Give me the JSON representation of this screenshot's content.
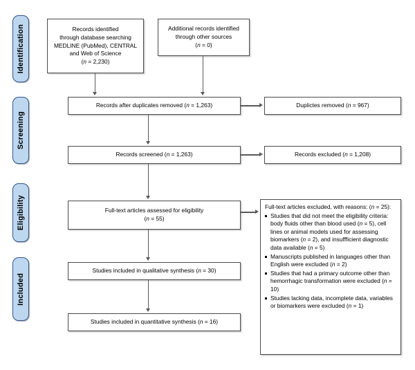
{
  "diagram": {
    "title": "PRISMA flow diagram",
    "type": "flowchart",
    "accent_color": "#bdd7ee",
    "accent_border_color": "#2f5597",
    "box_border_color": "#4a4a4a",
    "connector_color": "#595959"
  },
  "stages": [
    {
      "id": "identification",
      "label": "Identification"
    },
    {
      "id": "screening",
      "label": "Screening"
    },
    {
      "id": "eligibility",
      "label": "Eligibility"
    },
    {
      "id": "included",
      "label": "Included"
    }
  ],
  "boxes": {
    "records_identified": {
      "lines": [
        "Records identified",
        "through database searching",
        "MEDLINE (PubMed), CENTRAL",
        "and Web of Science"
      ],
      "count_prefix": "(",
      "count_italic": "n",
      "count_suffix": " = 2,230)",
      "n": 2230
    },
    "additional_records": {
      "lines": [
        "Additional records identified",
        "through other sources"
      ],
      "count_prefix": "(",
      "count_italic": "n",
      "count_suffix": " = 0)",
      "n": 0
    },
    "after_duplicates": {
      "text_before": "Records after duplicates removed (",
      "count_italic": "n",
      "text_after": " = 1,263)",
      "n": 1263
    },
    "duplicates_removed": {
      "text_before": "Duplictes removed (",
      "count_italic": "n",
      "text_after": " = 967)",
      "n": 967
    },
    "records_screened": {
      "text_before": "Records screened (",
      "count_italic": "n",
      "text_after": " = 1,263)",
      "n": 1263
    },
    "records_excluded": {
      "text_before": "Records excluded (",
      "count_italic": "n",
      "text_after": " = 1,208)",
      "n": 1208
    },
    "fulltext_assessed": {
      "line1": "Full-text articles assessed for eligibility",
      "count_prefix": "(",
      "count_italic": "n",
      "count_suffix": " = 55)",
      "n": 55
    },
    "qualitative_synthesis": {
      "text_before": "Studies included in qualitative synthesis (",
      "count_italic": "n",
      "text_after": " = 30)",
      "n": 30
    },
    "quantitative_synthesis": {
      "text_before": "Studies included in quantitative synthesis (",
      "count_italic": "n",
      "text_after": " = 16)",
      "n": 16
    },
    "fulltext_excluded": {
      "heading_before": "Full-text articles excluded, with reasons: (",
      "heading_italic": "n",
      "heading_after": " = 25):",
      "n": 25,
      "reasons": [
        {
          "segments": [
            {
              "t": "Studies that did not meet the eligibility criteria: body fluids other than blood used ("
            },
            {
              "t": "n",
              "i": true
            },
            {
              "t": " = 5), cell lines or animal models used for assessing biomarkers ("
            },
            {
              "t": "n",
              "i": true
            },
            {
              "t": " = 2), and insuffficient diagnostic data available ("
            },
            {
              "t": "n",
              "i": true
            },
            {
              "t": " = 5)"
            }
          ]
        },
        {
          "segments": [
            {
              "t": "Manuscripts published in languages other than English were excluded ("
            },
            {
              "t": "n",
              "i": true
            },
            {
              "t": " = 2)"
            }
          ]
        },
        {
          "segments": [
            {
              "t": "Studies that had a primary outcome other than hemorrhagic transformation were excluded ("
            },
            {
              "t": "n",
              "i": true
            },
            {
              "t": " = 10)"
            }
          ]
        },
        {
          "segments": [
            {
              "t": "Studies lacking data, incomplete data, variables or biomarkers were excluded ("
            },
            {
              "t": "n",
              "i": true
            },
            {
              "t": " = 1)"
            }
          ]
        }
      ]
    }
  }
}
